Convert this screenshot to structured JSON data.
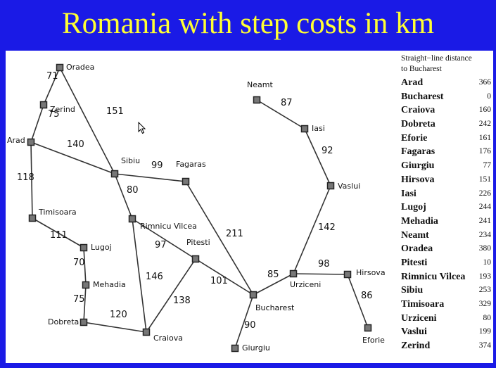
{
  "title": "Romania with step costs in km",
  "cities": [
    {
      "id": "oradea",
      "name": "Oradea"
    },
    {
      "id": "zerind",
      "name": "Zerind"
    },
    {
      "id": "arad",
      "name": "Arad"
    },
    {
      "id": "timisoara",
      "name": "Timisoara"
    },
    {
      "id": "lugoj",
      "name": "Lugoj"
    },
    {
      "id": "mehadia",
      "name": "Mehadia"
    },
    {
      "id": "dobreta",
      "name": "Dobreta"
    },
    {
      "id": "craiova",
      "name": "Craiova"
    },
    {
      "id": "sibiu",
      "name": "Sibiu"
    },
    {
      "id": "rimnicu",
      "name": "Rimnicu Vilcea"
    },
    {
      "id": "fagaras",
      "name": "Fagaras"
    },
    {
      "id": "pitesti",
      "name": "Pitesti"
    },
    {
      "id": "bucharest",
      "name": "Bucharest"
    },
    {
      "id": "giurgiu",
      "name": "Giurgiu"
    },
    {
      "id": "urziceni",
      "name": "Urziceni"
    },
    {
      "id": "hirsova",
      "name": "Hirsova"
    },
    {
      "id": "eforie",
      "name": "Eforie"
    },
    {
      "id": "vaslui",
      "name": "Vaslui"
    },
    {
      "id": "iasi",
      "name": "Iasi"
    },
    {
      "id": "neamt",
      "name": "Neamt"
    }
  ],
  "roads": [
    {
      "from": "oradea",
      "to": "zerind",
      "cost": "71"
    },
    {
      "from": "oradea",
      "to": "sibiu",
      "cost": "151"
    },
    {
      "from": "zerind",
      "to": "arad",
      "cost": "75"
    },
    {
      "from": "arad",
      "to": "sibiu",
      "cost": "140"
    },
    {
      "from": "arad",
      "to": "timisoara",
      "cost": "118"
    },
    {
      "from": "timisoara",
      "to": "lugoj",
      "cost": "111"
    },
    {
      "from": "lugoj",
      "to": "mehadia",
      "cost": "70"
    },
    {
      "from": "mehadia",
      "to": "dobreta",
      "cost": "75"
    },
    {
      "from": "dobreta",
      "to": "craiova",
      "cost": "120"
    },
    {
      "from": "sibiu",
      "to": "fagaras",
      "cost": "99"
    },
    {
      "from": "sibiu",
      "to": "rimnicu",
      "cost": "80"
    },
    {
      "from": "rimnicu",
      "to": "pitesti",
      "cost": "97"
    },
    {
      "from": "rimnicu",
      "to": "craiova",
      "cost": "146"
    },
    {
      "from": "craiova",
      "to": "pitesti",
      "cost": "138"
    },
    {
      "from": "fagaras",
      "to": "bucharest",
      "cost": "211"
    },
    {
      "from": "pitesti",
      "to": "bucharest",
      "cost": "101"
    },
    {
      "from": "bucharest",
      "to": "giurgiu",
      "cost": "90"
    },
    {
      "from": "bucharest",
      "to": "urziceni",
      "cost": "85"
    },
    {
      "from": "urziceni",
      "to": "hirsova",
      "cost": "98"
    },
    {
      "from": "hirsova",
      "to": "eforie",
      "cost": "86"
    },
    {
      "from": "urziceni",
      "to": "vaslui",
      "cost": "142"
    },
    {
      "from": "vaslui",
      "to": "iasi",
      "cost": "92"
    },
    {
      "from": "iasi",
      "to": "neamt",
      "cost": "87"
    }
  ],
  "legend": {
    "title_line1": "Straight−line distance",
    "title_line2": "to Bucharest",
    "rows": [
      {
        "city": "Arad",
        "dist": "366"
      },
      {
        "city": "Bucharest",
        "dist": "0"
      },
      {
        "city": "Craiova",
        "dist": "160"
      },
      {
        "city": "Dobreta",
        "dist": "242"
      },
      {
        "city": "Eforie",
        "dist": "161"
      },
      {
        "city": "Fagaras",
        "dist": "176"
      },
      {
        "city": "Giurgiu",
        "dist": "77"
      },
      {
        "city": "Hirsova",
        "dist": "151"
      },
      {
        "city": "Iasi",
        "dist": "226"
      },
      {
        "city": "Lugoj",
        "dist": "244"
      },
      {
        "city": "Mehadia",
        "dist": "241"
      },
      {
        "city": "Neamt",
        "dist": "234"
      },
      {
        "city": "Oradea",
        "dist": "380"
      },
      {
        "city": "Pitesti",
        "dist": "10"
      },
      {
        "city": "Rimnicu Vilcea",
        "dist": "193"
      },
      {
        "city": "Sibiu",
        "dist": "253"
      },
      {
        "city": "Timisoara",
        "dist": "329"
      },
      {
        "city": "Urziceni",
        "dist": "80"
      },
      {
        "city": "Vaslui",
        "dist": "199"
      },
      {
        "city": "Zerind",
        "dist": "374"
      }
    ]
  },
  "colors": {
    "background": "#1a1ae6",
    "title": "#ffff33",
    "panel": "#ffffff",
    "node_fill": "#777777"
  }
}
